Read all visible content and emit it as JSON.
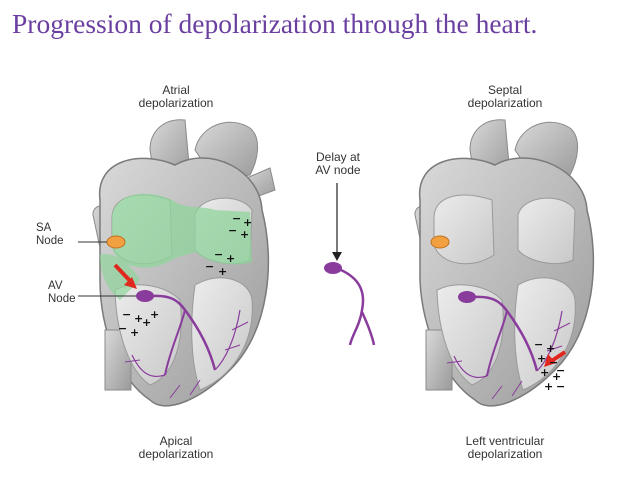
{
  "title": "Progression of depolarization through the heart.",
  "labels": {
    "atrial": [
      "Atrial",
      "depolarization"
    ],
    "septal": [
      "Septal",
      "depolarization"
    ],
    "delay": [
      "Delay at",
      "AV node"
    ],
    "apical": [
      "Apical",
      "depolarization"
    ],
    "left_ventricular": [
      "Left ventricular",
      "depolarization"
    ],
    "sa_node": [
      "SA",
      "Node"
    ],
    "av_node": [
      "AV",
      "Node"
    ]
  },
  "colors": {
    "title": "#6a3fa0",
    "conduction": "#8a3c9c",
    "sa_node": "#f2a040",
    "depolarization": "#8fd49b",
    "arrow": "#e0281e"
  }
}
